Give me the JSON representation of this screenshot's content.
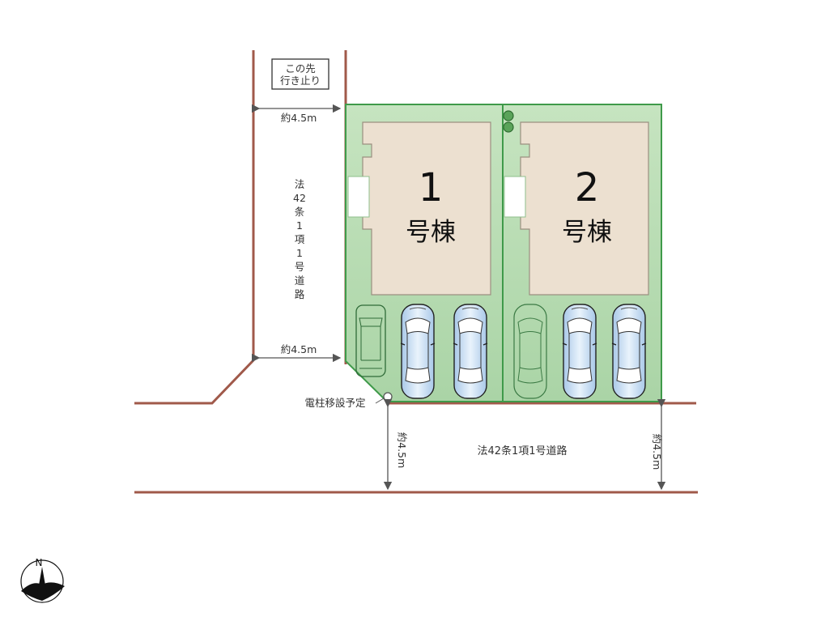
{
  "dead_end_sign": {
    "line1": "この先",
    "line2": "行き止り"
  },
  "side_road": {
    "width_top": "約4.5m",
    "width_bottom": "約4.5m",
    "name_vertical": [
      "法",
      "42",
      "条",
      "1",
      "項",
      "1",
      "号",
      "道",
      "路"
    ]
  },
  "main_road": {
    "name": "法42条1項1号道路",
    "width_left": "約4.5m",
    "width_right": "約4.5m"
  },
  "pole_note": "電柱移設予定",
  "lots": [
    {
      "number": "1",
      "label": "号棟"
    },
    {
      "number": "2",
      "label": "号棟"
    }
  ],
  "compass": {
    "north": "N"
  },
  "colors": {
    "lot_green": "#b8dcb4",
    "lot_border": "#3f9a4a",
    "house_fill": "#ece0d0",
    "road_line": "#a0594a",
    "car_blue": "#bcd6ef"
  }
}
